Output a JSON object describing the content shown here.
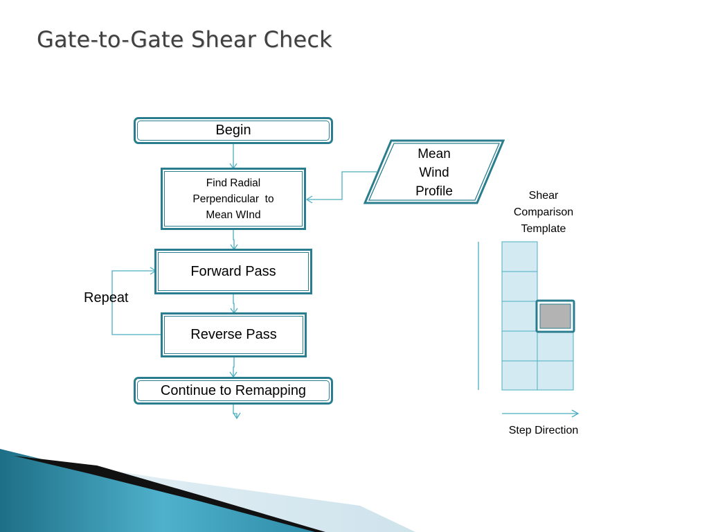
{
  "slide": {
    "title": "Gate-to-Gate Shear Check"
  },
  "flowchart": {
    "begin": "Begin",
    "find_radial": [
      "Find Radial",
      "Perpendicular  to",
      "Mean WInd"
    ],
    "forward_pass": "Forward Pass",
    "reverse_pass": "Reverse Pass",
    "continue": "Continue to Remapping",
    "mean_wind_profile": [
      "Mean",
      "Wind",
      "Profile"
    ],
    "repeat": "Repeat"
  },
  "template": {
    "title": [
      "Shear",
      "Comparison",
      "Template"
    ],
    "step_direction": "Step Direction"
  },
  "colors": {
    "border": "#2a7d8e",
    "connector": "#4aaec0",
    "cell_fill": "#d3eaf3",
    "cell_border": "#4aaec0",
    "highlight_fill": "#b3b3b3",
    "title_text": "#404040"
  }
}
